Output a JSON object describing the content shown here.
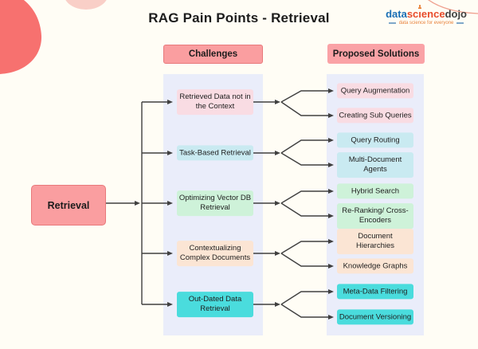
{
  "title": "RAG Pain Points - Retrieval",
  "logo": {
    "part1": "data",
    "part2_a": "sc",
    "part2_i": "ı",
    "part2_b": "ence",
    "part3": "dojo",
    "tagline": "data science for everyone"
  },
  "headers": {
    "challenges": "Challenges",
    "solutions": "Proposed Solutions"
  },
  "root": {
    "label": "Retrieval"
  },
  "colors": {
    "background": "#FFFDF5",
    "panel": "#EAEDFA",
    "salmon": "#FA9EA0",
    "salmon_border": "#E8797B",
    "pink": "#F9DCE3",
    "cyan": "#C9EAF1",
    "green": "#CEF2D9",
    "peach": "#FBE5D4",
    "teal": "#4ADCDD",
    "line": "#404040",
    "blob_coral": "#F7716F",
    "blob_light_pink": "#F9CFC7",
    "arc_coral": "#EFA08F",
    "logo_blue": "#1A6FB5",
    "logo_red": "#E84C2B",
    "logo_dark": "#404040"
  },
  "rows": [
    {
      "challenge": "Retrieved Data not in the Context",
      "color": "pink",
      "solutions": [
        "Query Augmentation",
        "Creating Sub Queries"
      ]
    },
    {
      "challenge": "Task-Based Retrieval",
      "color": "cyan",
      "solutions": [
        "Query Routing",
        "Multi-Document Agents"
      ]
    },
    {
      "challenge": "Optimizing Vector DB Retrieval",
      "color": "green",
      "solutions": [
        "Hybrid Search",
        "Re-Ranking/ Cross-Encoders"
      ]
    },
    {
      "challenge": "Contextualizing Complex Documents",
      "color": "peach",
      "solutions": [
        "Document Hierarchies",
        "Knowledge Graphs"
      ]
    },
    {
      "challenge": "Out-Dated Data Retrieval",
      "color": "teal",
      "solutions": [
        "Meta-Data Filtering",
        "Document Versioning"
      ]
    }
  ]
}
